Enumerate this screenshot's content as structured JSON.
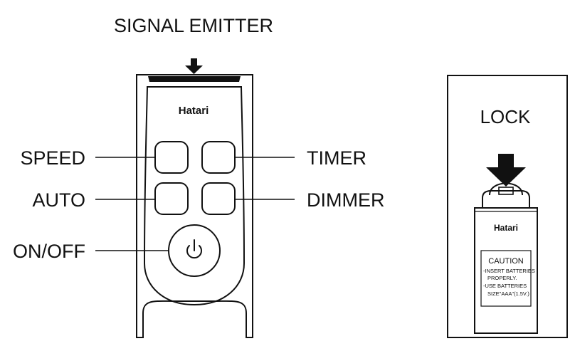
{
  "title": "SIGNAL EMITTER",
  "remote_front": {
    "brand": "Hatari",
    "callouts": {
      "speed": "SPEED",
      "timer": "TIMER",
      "auto": "AUTO",
      "dimmer": "DIMMER",
      "power": "ON/OFF"
    },
    "power_icon": "power-icon"
  },
  "remote_back": {
    "lock_label": "LOCK",
    "brand": "Hatari",
    "caution": {
      "heading": "CAUTION",
      "lines": [
        "-INSERT BATTERIES",
        "PROPERLY.",
        "-USE BATTERIES",
        "SIZE\"AAA\"(1.5V.)"
      ]
    }
  },
  "colors": {
    "ink": "#111111",
    "background": "#ffffff"
  }
}
